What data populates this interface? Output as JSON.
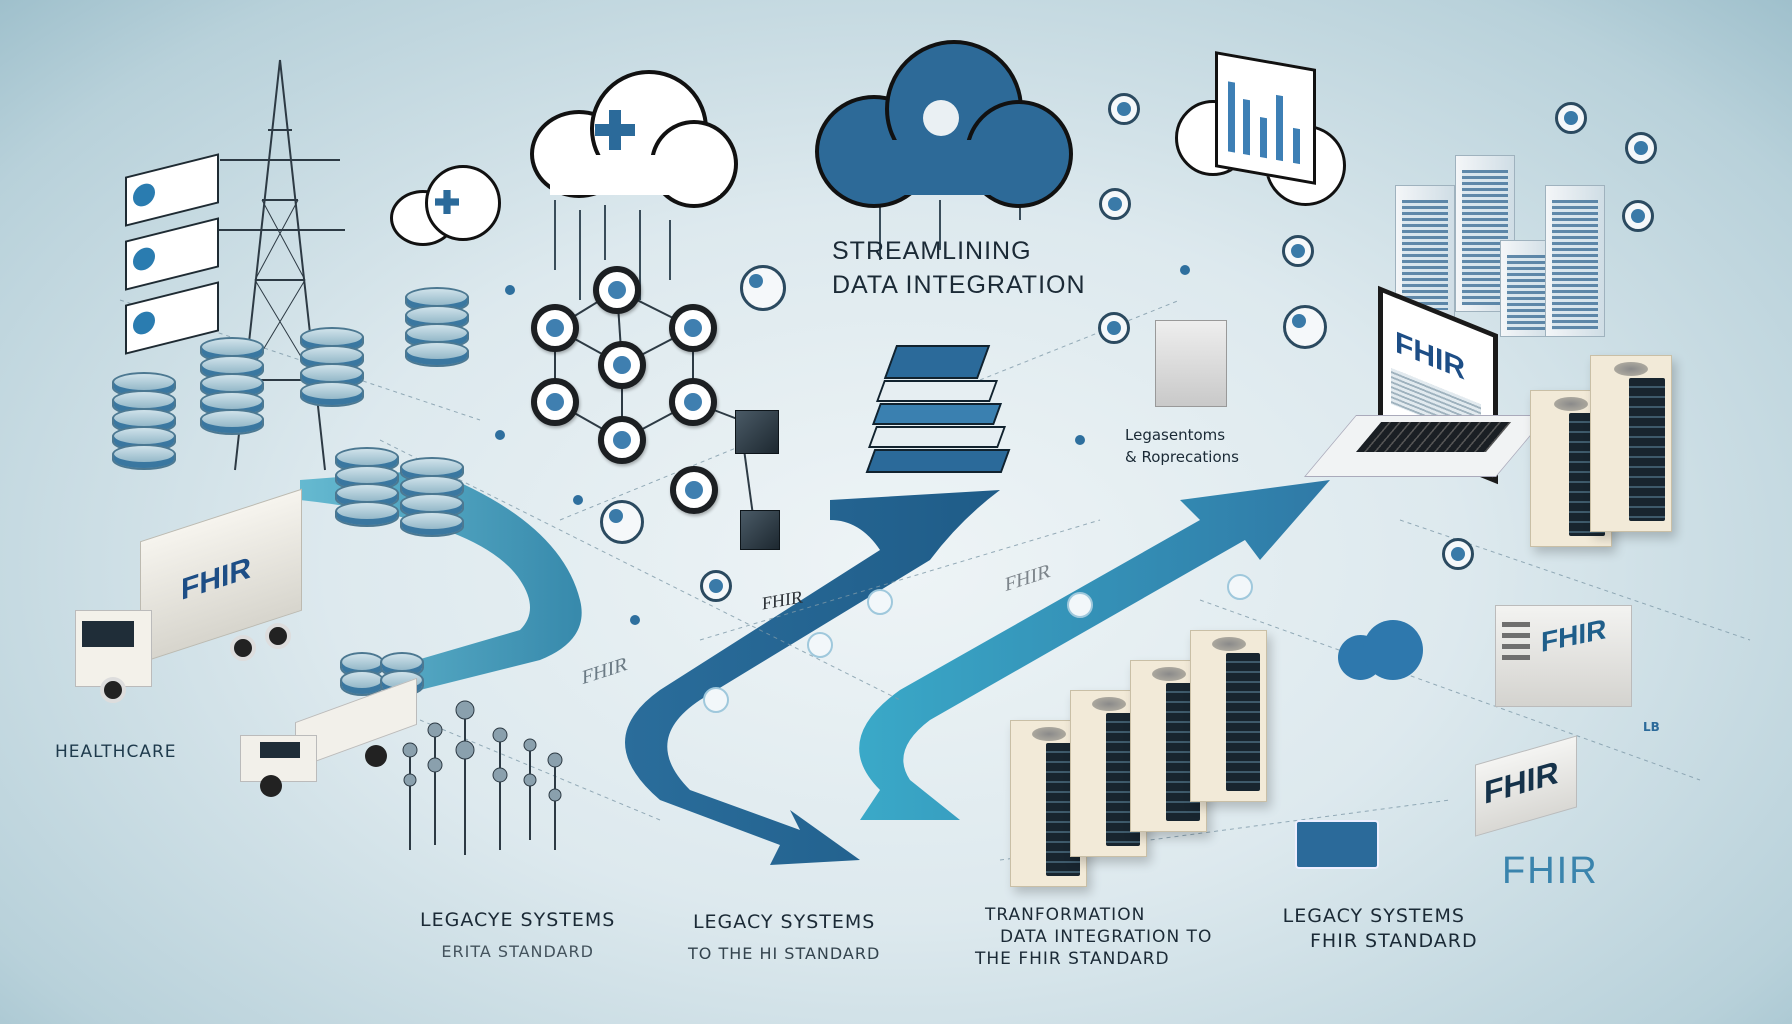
{
  "title": {
    "line1": "STREAMLINING",
    "line2": "DATA INTEGRATION"
  },
  "side_label": {
    "line1": "Legasentoms",
    "line2": "& Roprecations"
  },
  "left_label": "HEALTHCARE",
  "fhir_labels": {
    "truck": "FHIR",
    "laptop": "FHIR",
    "path_mid": "FHIR",
    "path_left": "FHIR",
    "path_right": "FHIR",
    "box_right": "FHIR",
    "sign_right": "FHIR",
    "bottom_right": "FHIR"
  },
  "bottom_captions": [
    {
      "line1": "LEGACYE  SYSTEMS",
      "line2": "ERITA STANDARD"
    },
    {
      "line1": "LEGACY SYSTEMS",
      "line2": "TO THE HI STANDARD"
    },
    {
      "line1": "TRANFORMATION",
      "line2": "DATA  INTEGRATION  TO",
      "line3": "THE FHIR STANDARD"
    },
    {
      "line1": "LEGACY SYSTEMS",
      "line2": "FHIR STANDARD"
    }
  ],
  "small_mark": "LB",
  "colors": {
    "background": "#dde9ee",
    "primary_blue": "#2b6a9a",
    "teal": "#3aa3c2",
    "dark": "#1b2a36",
    "fhir_blue": "#1d4e86"
  },
  "icons": [
    "cloud-icon",
    "database-icon",
    "server-icon",
    "laptop-icon",
    "truck-icon",
    "network-node-icon",
    "transmission-tower-icon",
    "chart-icon",
    "gear-icon",
    "shield-icon"
  ]
}
